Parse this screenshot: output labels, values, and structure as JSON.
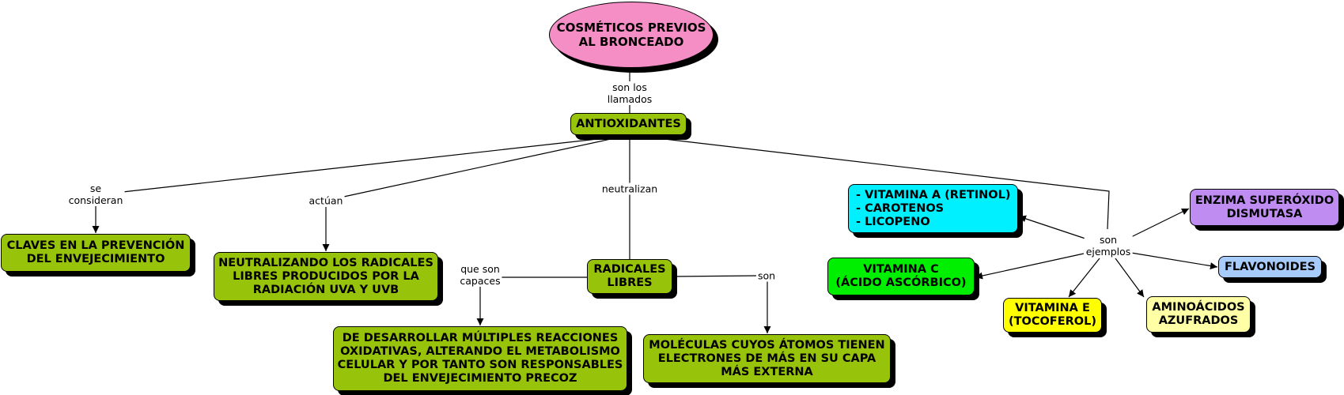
{
  "colors": {
    "root": "#f58ec5",
    "green": "#97c40a",
    "cyan": "#00f0ff",
    "bright_green": "#00ee00",
    "yellow": "#ffff00",
    "light_yellow": "#ffffa6",
    "purple": "#bf8cf2",
    "light_blue": "#a7cbfa"
  },
  "nodes": {
    "root": "COSMÉTICOS PREVIOS\nAL BRONCEADO",
    "antioxidantes": "ANTIOXIDANTES",
    "claves": "CLAVES EN LA PREVENCIÓN\nDEL ENVEJECIMIENTO",
    "neutralizando": "NEUTRALIZANDO LOS RADICALES\nLIBRES PRODUCIDOS POR LA\nRADIACIÓN UVA Y UVB",
    "radicales": "RADICALES\nLIBRES",
    "desarrollar": "DE DESARROLLAR MÚLTIPLES REACCIONES\nOXIDATIVAS, ALTERANDO EL METABOLISMO\nCELULAR Y POR TANTO SON RESPONSABLES\nDEL ENVEJECIMIENTO PRECOZ",
    "moleculas": "MOLÉCULAS CUYOS ÁTOMOS TIENEN\nELECTRONES DE MÁS EN SU CAPA\nMÁS EXTERNA",
    "vitamina_a": "- VITAMINA A (RETINOL)\n- CAROTENOS\n- LICOPENO",
    "vitamina_c": "VITAMINA C\n(ÁCIDO ASCÓRBICO)",
    "vitamina_e": "VITAMINA E\n(TOCOFEROL)",
    "aminoacidos": "AMINOÁCIDOS\nAZUFRADOS",
    "flavonoides": "FLAVONOIDES",
    "enzima": "ENZIMA SUPERÓXIDO\nDISMUTASA"
  },
  "links": {
    "son_los_llamados": "son los\nllamados",
    "se_consideran": "se\nconsideran",
    "actuan": "actúan",
    "neutralizan": "neutralizan",
    "que_son_capaces": "que son\ncapaces",
    "son": "son",
    "son_ejemplos": "son\nejemplos"
  }
}
